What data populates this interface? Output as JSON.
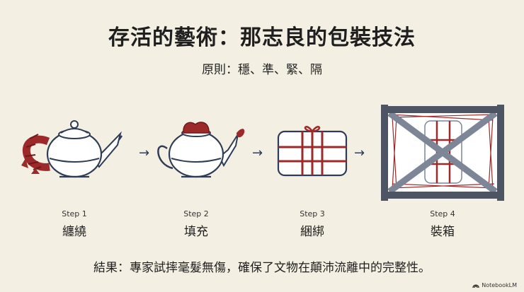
{
  "title": "存活的藝術：那志良的包裝技法",
  "subtitle": "原則：穩、準、緊、隔",
  "steps": [
    {
      "number": "Step 1",
      "name": "纏繞"
    },
    {
      "number": "Step 2",
      "name": "填充"
    },
    {
      "number": "Step 3",
      "name": "綑綁"
    },
    {
      "number": "Step 4",
      "name": "裝箱"
    }
  ],
  "arrow_glyph": "→",
  "result": "結果：專家試摔毫髮無傷，確保了文物在顛沛流離中的完整性。",
  "badge": "NotebookLM",
  "colors": {
    "background": "#f4efe3",
    "outline": "#2e3c55",
    "teapot_fill": "#ffffff",
    "wrap_red": "#9c2a2a",
    "crate_frame": "#4d5565",
    "crate_x": "#7d8697"
  }
}
